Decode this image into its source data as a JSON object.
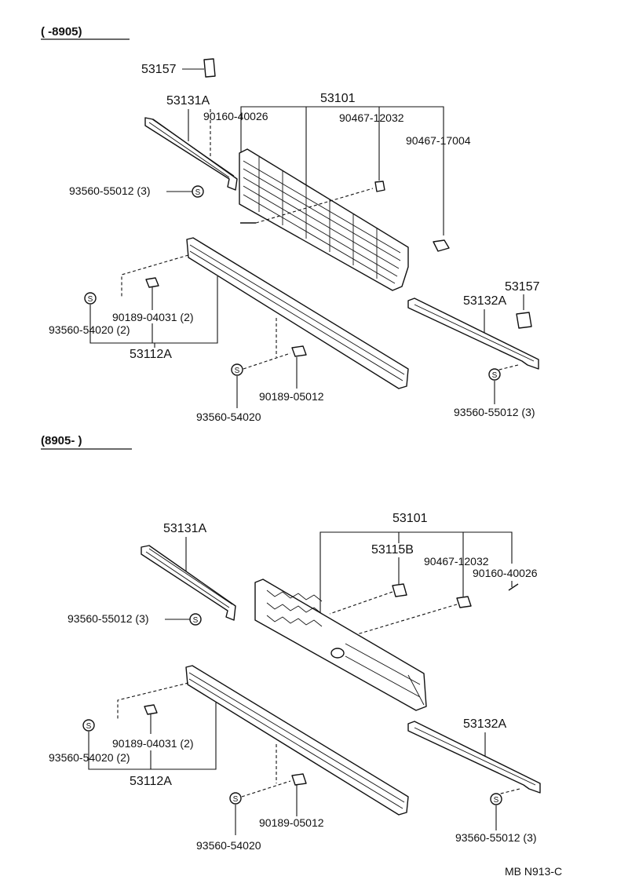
{
  "sections": [
    {
      "header": "(      -8905)",
      "labels": {
        "p53157a": "53157",
        "p53131A": "53131A",
        "p53101": "53101",
        "p90160": "90160-40026",
        "p90467a": "90467-12032",
        "p90467b": "90467-17004",
        "p93560a": "93560-55012 (3)",
        "p53157b": "53157",
        "p53132A": "53132A",
        "p90189a": "90189-04031 (2)",
        "p93560b": "93560-54020 (2)",
        "p53112A": "53112A",
        "p90189b": "90189-05012",
        "p93560c": "93560-54020",
        "p93560d": "93560-55012 (3)"
      }
    },
    {
      "header": "(8905-        )",
      "labels": {
        "p53131A": "53131A",
        "p53101": "53101",
        "p53115B": "53115B",
        "p90467": "90467-12032",
        "p90160": "90160-40026",
        "p93560a": "93560-55012 (3)",
        "p53132A": "53132A",
        "p90189a": "90189-04031 (2)",
        "p93560b": "93560-54020 (2)",
        "p53112A": "53112A",
        "p90189b": "90189-05012",
        "p93560c": "93560-54020",
        "p93560d": "93560-55012 (3)"
      }
    }
  ],
  "symbols": {
    "s_mark": "S"
  },
  "footer": {
    "code": "MB N913-C"
  }
}
